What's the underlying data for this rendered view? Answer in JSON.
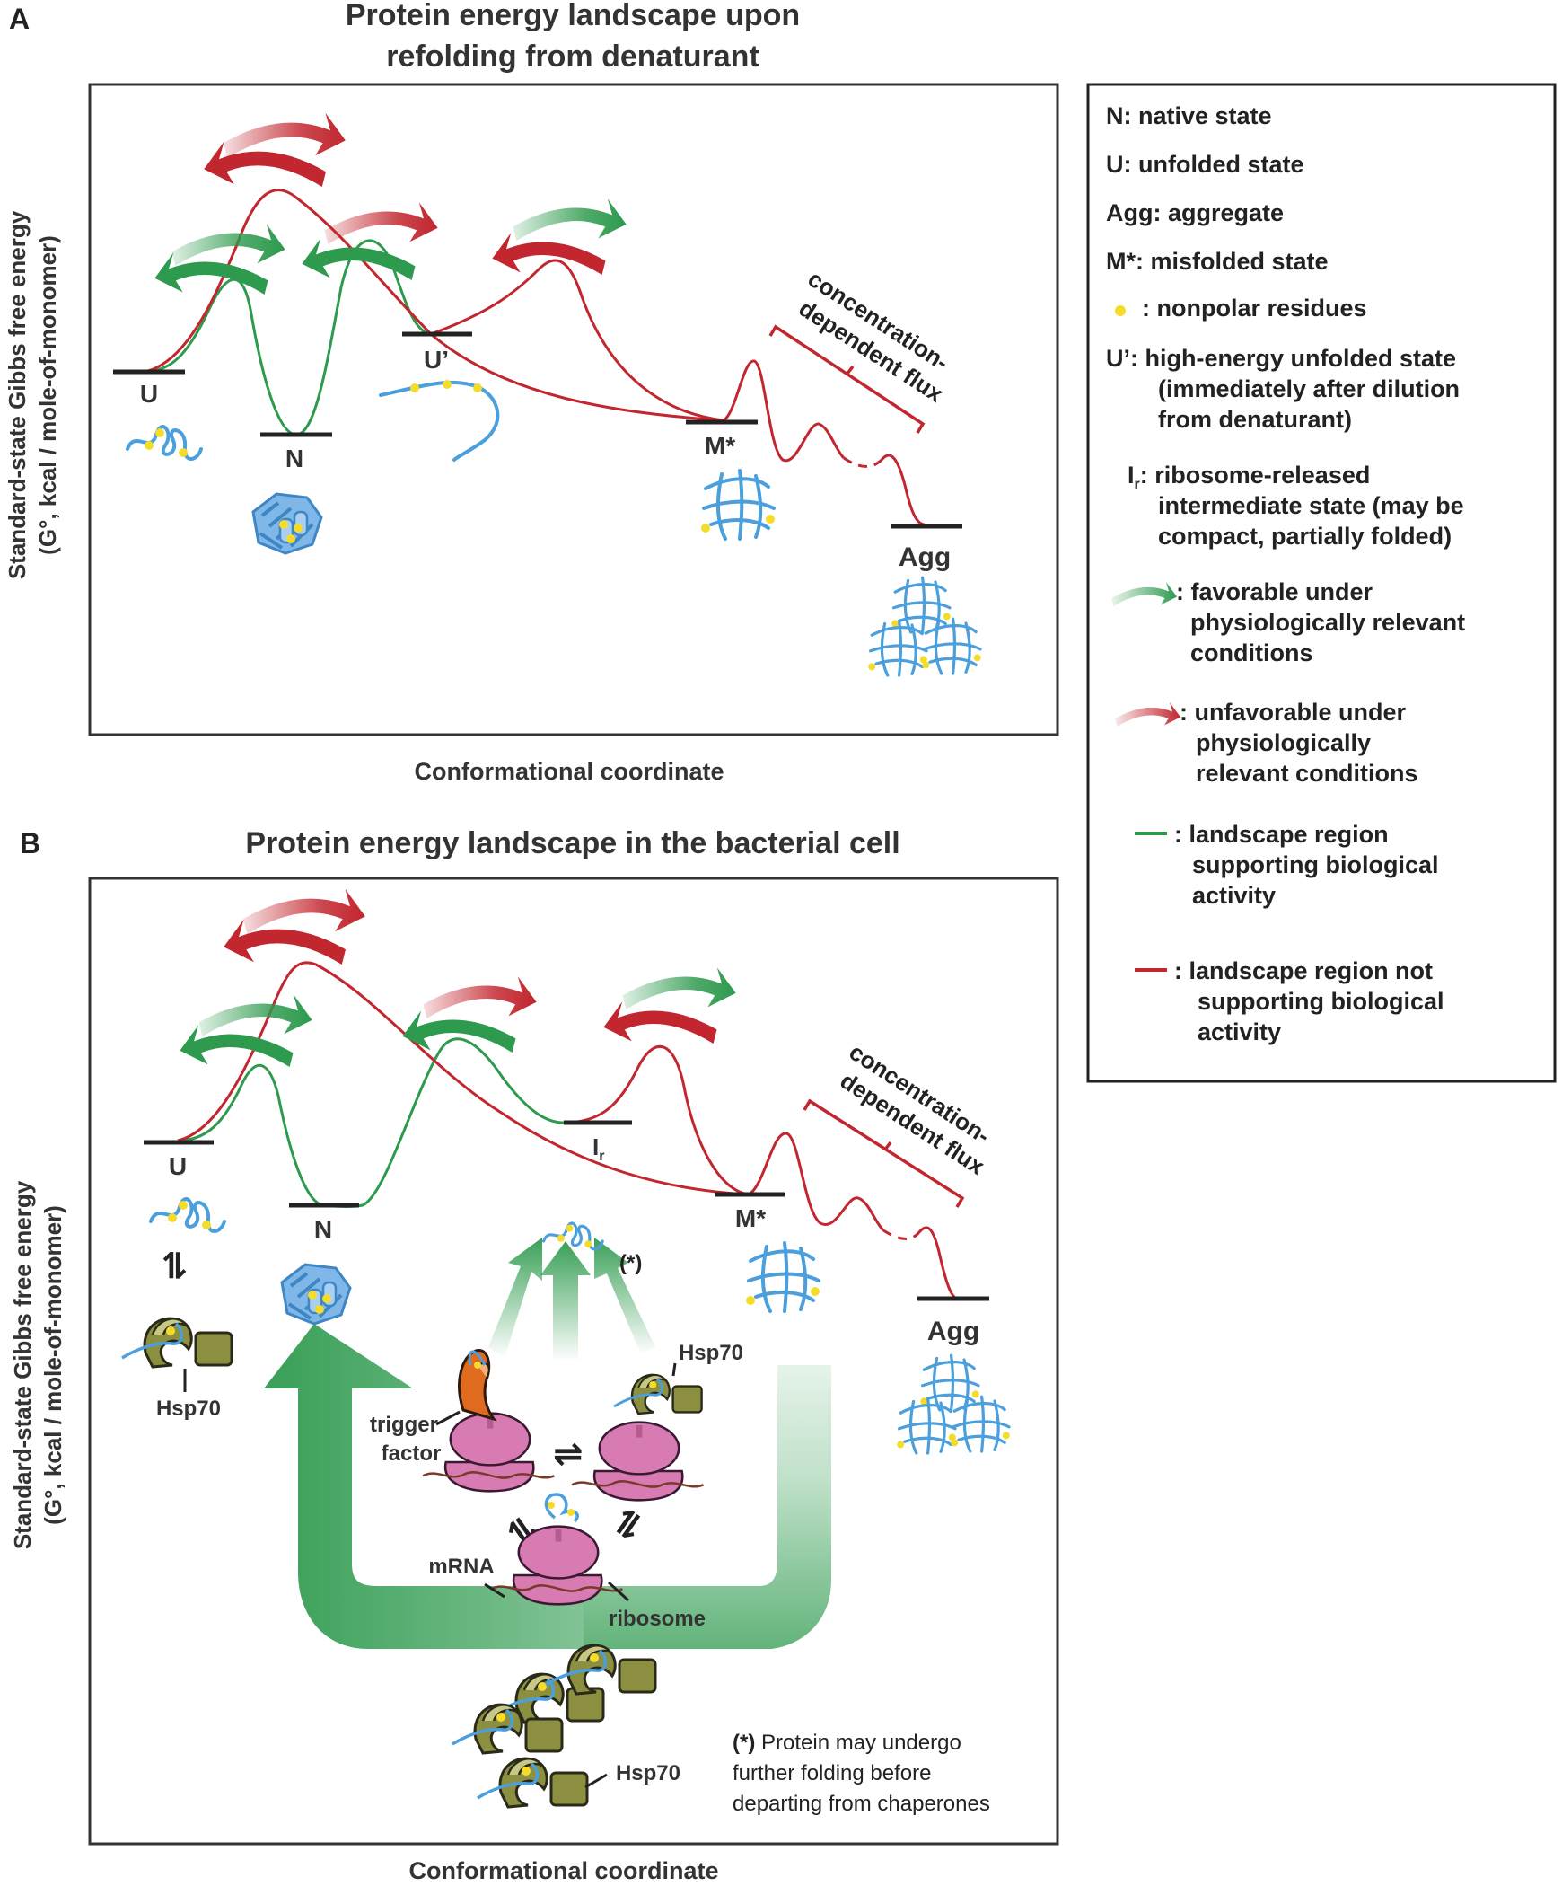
{
  "panel_a": {
    "letter": "A",
    "title_line1": "Protein energy landscape upon",
    "title_line2": "refolding from denaturant",
    "y_axis_line1": "Standard-state Gibbs free energy",
    "y_axis_line2": "(G°, kcal / mole-of-monomer)",
    "x_axis": "Conformational coordinate",
    "states": {
      "u": "U",
      "n": "N",
      "u_prime": "U’",
      "m": "M*",
      "agg": "Agg"
    },
    "flux_line1": "concentration-",
    "flux_line2": "dependent flux"
  },
  "panel_b": {
    "letter": "B",
    "title": "Protein energy landscape in the bacterial cell",
    "y_axis_line1": "Standard-state Gibbs free energy",
    "y_axis_line2": "(G°, kcal / mole-of-monomer)",
    "x_axis": "Conformational coordinate",
    "states": {
      "u": "U",
      "n": "N",
      "ir_main": "I",
      "ir_sub": "r",
      "m": "M*",
      "agg": "Agg"
    },
    "flux_line1": "concentration-",
    "flux_line2": "dependent flux",
    "labels": {
      "hsp70_left": "Hsp70",
      "hsp70_right": "Hsp70",
      "hsp70_bottom": "Hsp70",
      "trigger_line1": "trigger",
      "trigger_line2": "factor",
      "mrna": "mRNA",
      "ribosome": "ribosome",
      "asterisk": "(*)"
    },
    "footnote_mark": "(*)",
    "footnote_line1": " Protein may undergo",
    "footnote_line2": "further folding before",
    "footnote_line3": "departing from chaperones"
  },
  "legend": {
    "n": "N: native state",
    "u": "U: unfolded state",
    "agg": "Agg: aggregate",
    "m": "M*: misfolded state",
    "nonpolar": ": nonpolar residues",
    "u_prime_1": "U’: high-energy unfolded state",
    "u_prime_2": "(immediately after dilution",
    "u_prime_3": "from denaturant)",
    "ir_main": "I",
    "ir_sub": "r",
    "ir_1": ": ribosome-released",
    "ir_2": "intermediate state (may be",
    "ir_3": "compact, partially folded)",
    "favorable_1": ": favorable under",
    "favorable_2": "physiologically relevant",
    "favorable_3": "conditions",
    "unfavorable_1": ": unfavorable under",
    "unfavorable_2": "physiologically",
    "unfavorable_3": "relevant conditions",
    "green_line_1": ": landscape region",
    "green_line_2": "supporting biological",
    "green_line_3": "activity",
    "red_line_1": ": landscape region not",
    "red_line_2": "supporting biological",
    "red_line_3": "activity"
  },
  "colors": {
    "green": "#2e9a4e",
    "red": "#c2262e",
    "protein_blue": "#4a9fdc",
    "folded_blue": "#7fb8e8",
    "yellow": "#f6dc2a",
    "ribosome_pink": "#d97bb3",
    "hsp70_olive": "#8b8f3f",
    "trigger_orange": "#e06a1e"
  }
}
